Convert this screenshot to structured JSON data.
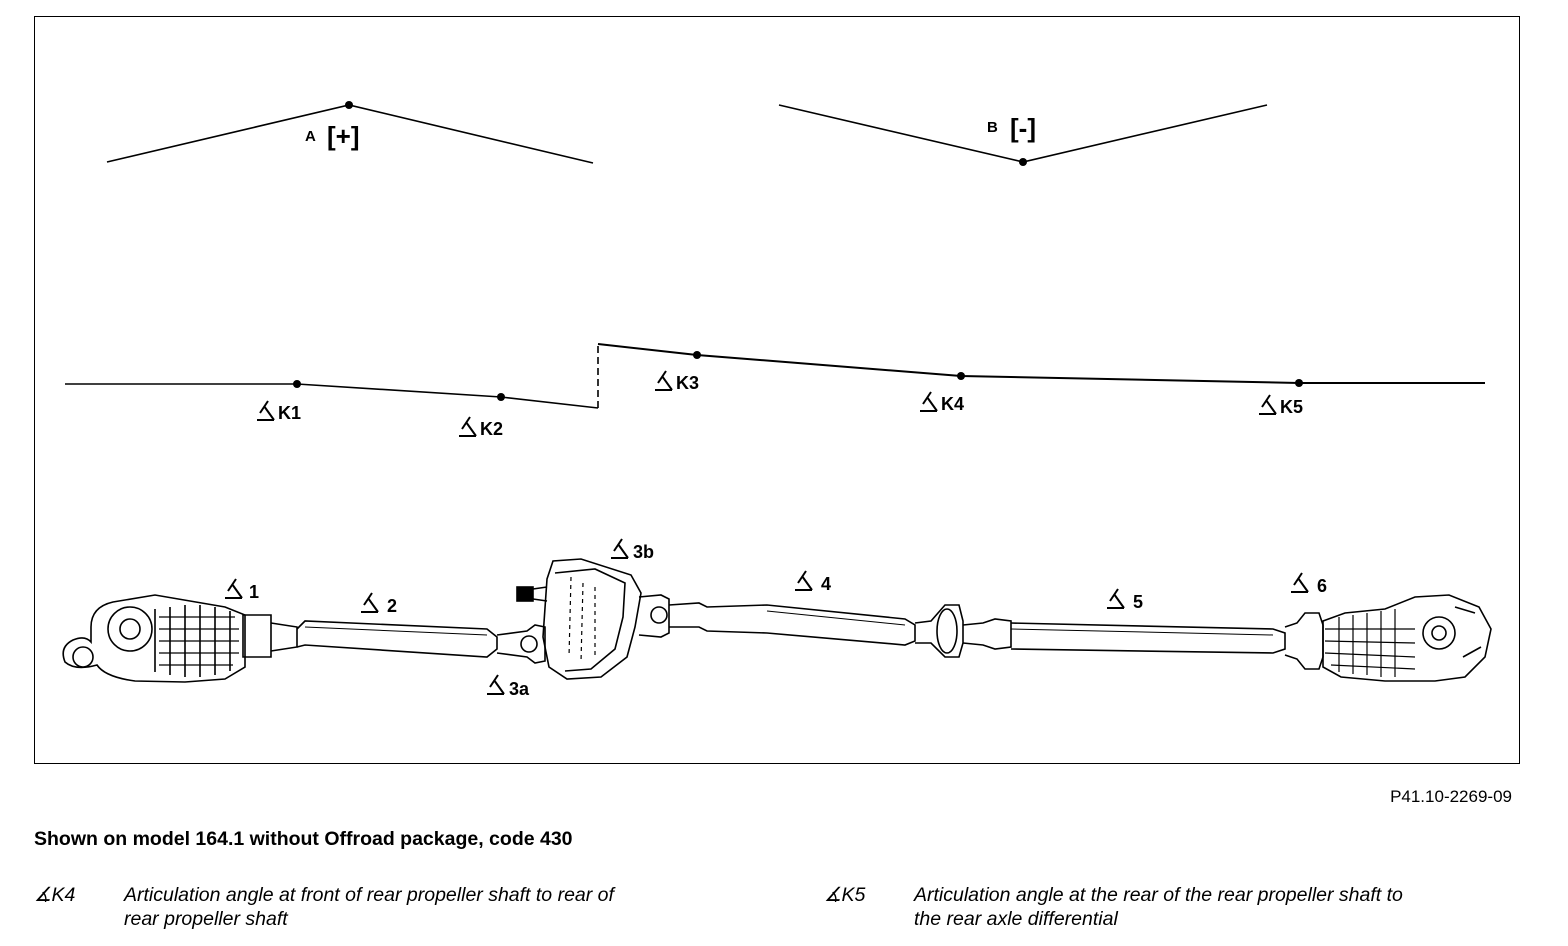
{
  "diagram": {
    "sign_a": {
      "letter": "A",
      "sign": "[+]"
    },
    "sign_b": {
      "letter": "B",
      "sign": "[-]"
    },
    "angle_symbol": "∡",
    "k_labels": [
      "K1",
      "K2",
      "K3",
      "K4",
      "K5"
    ],
    "joint_labels": [
      "1",
      "2",
      "3a",
      "3b",
      "4",
      "5",
      "6"
    ]
  },
  "figure_id": "P41.10-2269-09",
  "caption": "Shown on model 164.1 without Offroad package, code 430",
  "legend": [
    {
      "symbol": "∡K4",
      "description_line1": "Articulation angle at front of rear propeller shaft to rear of",
      "description_line2": "rear propeller shaft"
    },
    {
      "symbol": "∡K5",
      "description_line1": "Articulation angle at the rear of the rear propeller shaft to",
      "description_line2": "the rear axle differential"
    }
  ]
}
